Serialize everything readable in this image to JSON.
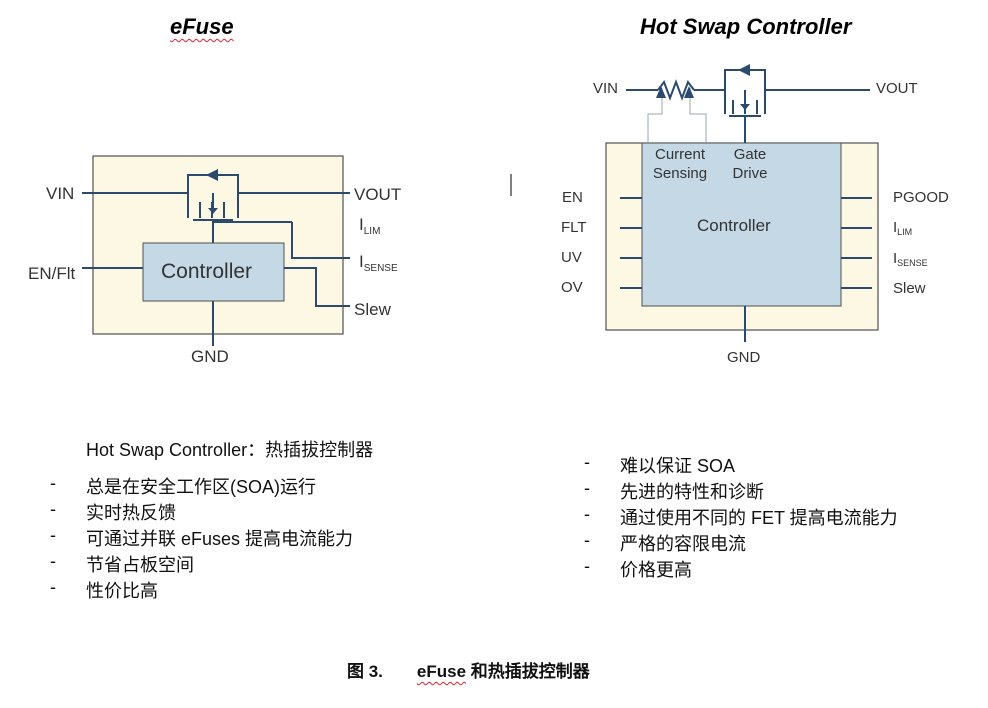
{
  "titles": {
    "left": "eFuse",
    "right": "Hot Swap Controller"
  },
  "efuse": {
    "pins": {
      "vin": "VIN",
      "vout": "VOUT",
      "en_flt": "EN/Flt",
      "ilim_main": "I",
      "ilim_sub": "LIM",
      "isense_main": "I",
      "isense_sub": "SENSE",
      "slew": "Slew",
      "gnd": "GND"
    },
    "controller": "Controller"
  },
  "hotswap": {
    "pins": {
      "vin": "VIN",
      "vout": "VOUT",
      "en": "EN",
      "flt": "FLT",
      "uv": "UV",
      "ov": "OV",
      "pgood": "PGOOD",
      "ilim_main": "I",
      "ilim_sub": "LIM",
      "isense_main": "I",
      "isense_sub": "SENSE",
      "slew": "Slew",
      "gnd": "GND"
    },
    "current_sensing": [
      "Current",
      "Sensing"
    ],
    "gate_drive": [
      "Gate",
      "Drive"
    ],
    "controller": "Controller"
  },
  "left_list": {
    "heading": "Hot Swap Controller：热插拔控制器",
    "dash": "-",
    "items": [
      "总是在安全工作区(SOA)运行",
      "实时热反馈",
      "可通过并联 eFuses 提高电流能力",
      "节省占板空间",
      "性价比高"
    ]
  },
  "right_list": {
    "dash": "-",
    "items": [
      "难以保证 SOA",
      "先进的特性和诊断",
      "通过使用不同的 FET 提高电流能力",
      "严格的容限电流",
      "价格更高"
    ]
  },
  "caption": {
    "figure": "图 3.",
    "text_a": "eFuse",
    "text_b": " 和热插拔控制器"
  },
  "colors": {
    "outer_fill": "#fdf8e4",
    "controller_fill": "#c5d8e6",
    "line": "#2b4a6e",
    "outline": "#505050"
  }
}
